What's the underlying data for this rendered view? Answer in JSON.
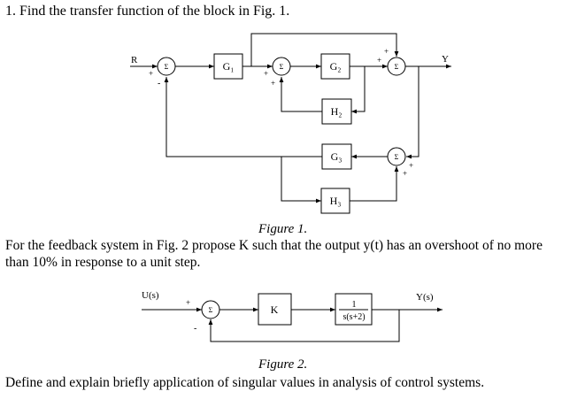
{
  "questions": {
    "q1": "1.  Find the transfer function of the block in Fig. 1.",
    "q2_line1": "For the feedback system in Fig. 2 propose K such that the output y(t) has an overshoot of no more",
    "q2_line2": "than 10%  in response to a unit step.",
    "q3": "Define and explain briefly application of singular values in analysis of control systems."
  },
  "figure1": {
    "caption": "Figure 1.",
    "input_label": "R",
    "output_label": "Y",
    "sum_symbol": "Σ",
    "blocks": {
      "G1": "G₁",
      "G2": "G₂",
      "H2": "H₂",
      "G3": "G₃",
      "H3": "H₃"
    },
    "signs": {
      "plus": "+",
      "minus": "-"
    }
  },
  "figure2": {
    "caption": "Figure 2.",
    "input_label": "U(s)",
    "output_label": "Y(s)",
    "sum_symbol": "Σ",
    "block_k": "K",
    "plant_num": "1",
    "plant_den": "s(s+2)",
    "signs": {
      "plus": "+",
      "minus": "-"
    }
  }
}
